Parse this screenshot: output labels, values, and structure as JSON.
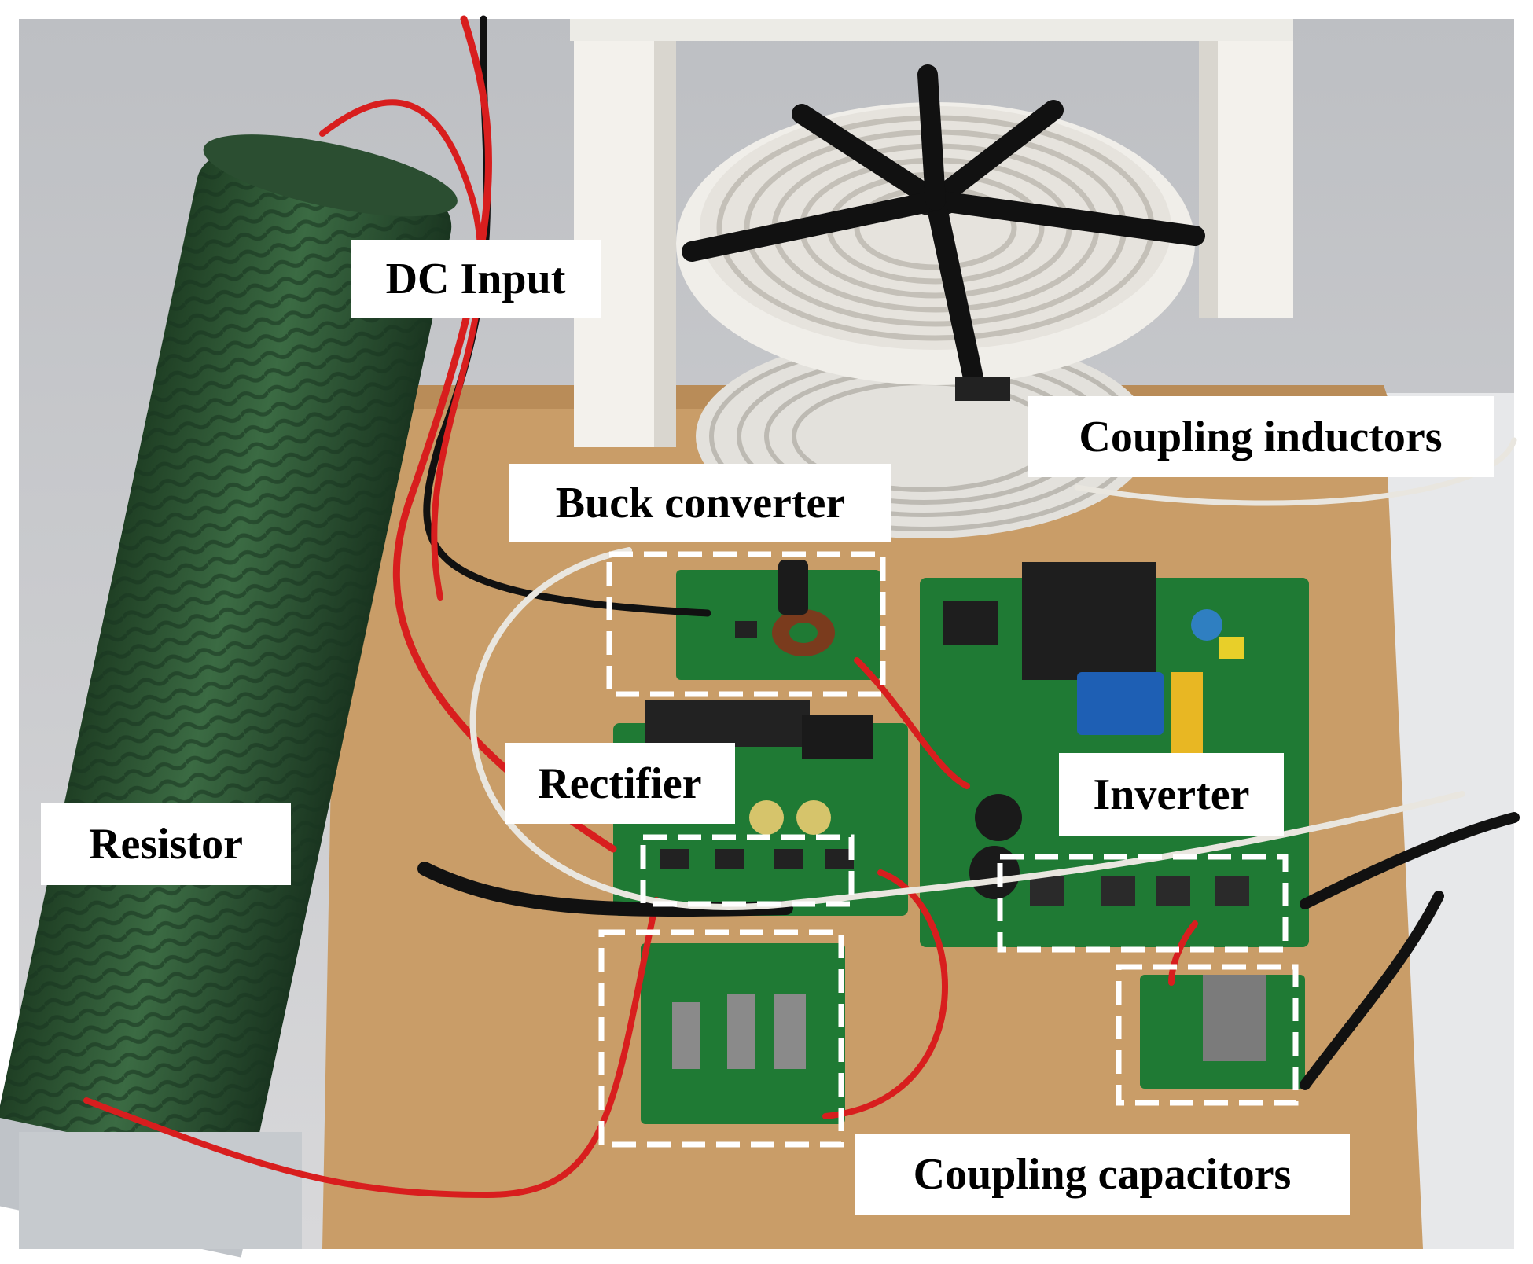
{
  "labels": {
    "dc_input": "DC Input",
    "coupling_inductors": "Coupling inductors",
    "buck_converter": "Buck converter",
    "rectifier": "Rectifier",
    "inverter": "Inverter",
    "resistor": "Resistor",
    "coupling_capacitors": "Coupling capacitors"
  },
  "colors": {
    "board_green": "#1f7a34",
    "resistor_green": "#2e5b35",
    "base_board": "#c89a63",
    "wire_red": "#d81e1e",
    "wire_black": "#111111",
    "dashed_box": "#ffffff"
  }
}
